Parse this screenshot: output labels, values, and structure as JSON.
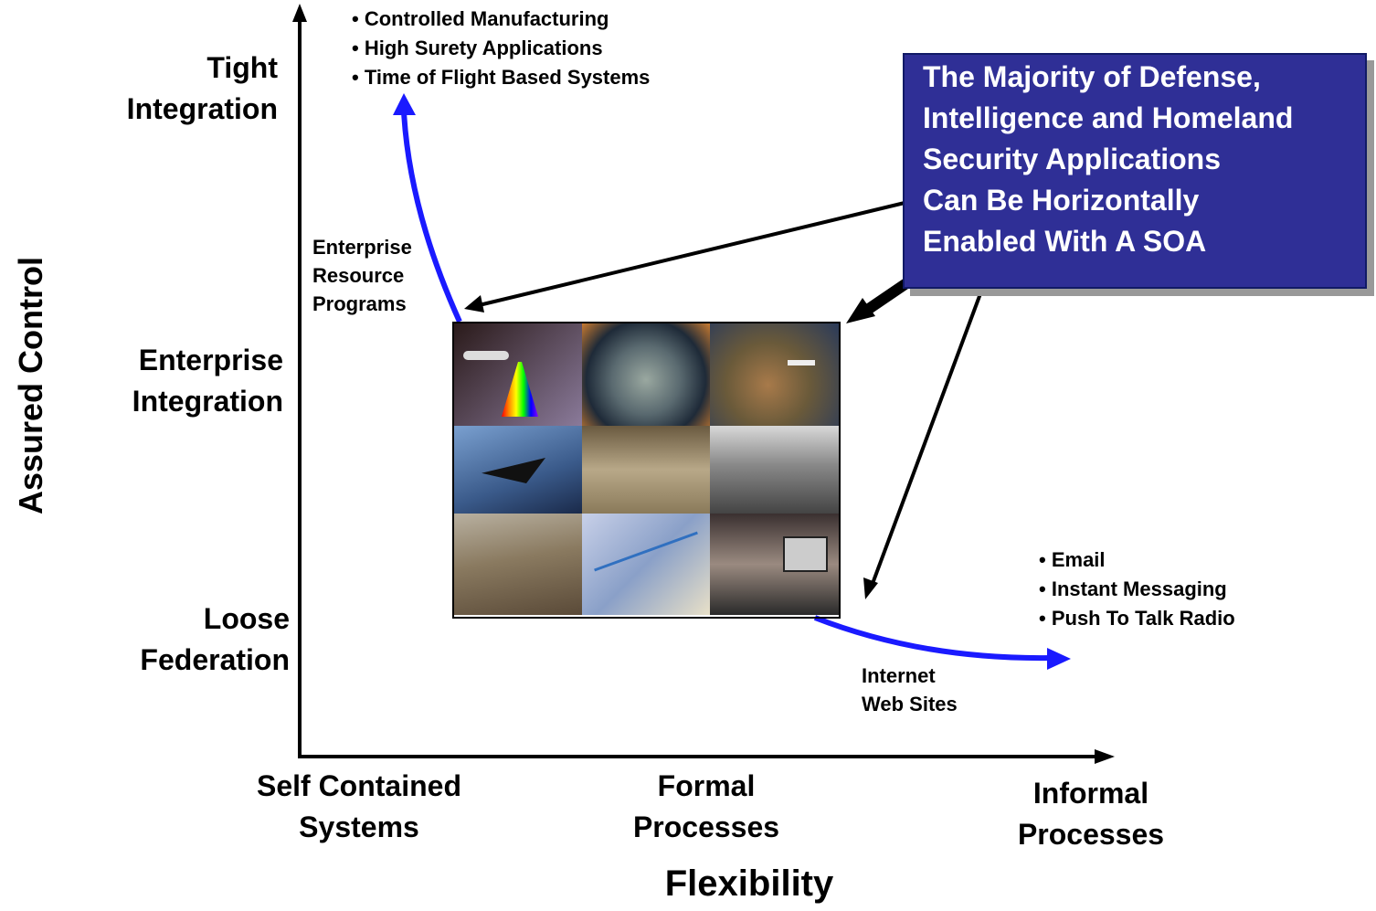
{
  "axes": {
    "y_title": "Assured Control",
    "x_title": "Flexibility",
    "y_levels": [
      [
        "Tight",
        "Integration"
      ],
      [
        "Enterprise",
        "Integration"
      ],
      [
        "Loose",
        "Federation"
      ]
    ],
    "x_levels": [
      [
        "Self Contained",
        "Systems"
      ],
      [
        "Formal",
        "Processes"
      ],
      [
        "Informal",
        "Processes"
      ]
    ]
  },
  "top_bullets": [
    "Controlled Manufacturing",
    "High Surety Applications",
    "Time of Flight Based Systems"
  ],
  "bottom_bullets": [
    "Email",
    "Instant Messaging",
    "Push To Talk Radio"
  ],
  "annotations": {
    "erp": [
      "Enterprise",
      "Resource",
      "Programs"
    ],
    "web": [
      "Internet",
      "Web Sites"
    ]
  },
  "callout": {
    "lines": [
      "The Majority of Defense,",
      "Intelligence and Homeland",
      "Security Applications",
      "Can Be Horizontally",
      "Enabled With A SOA"
    ]
  },
  "collage": {
    "tiles": [
      "uav-spectrum",
      "globe-earth",
      "aircraft-terrain",
      "stealth-fighter",
      "operations-room",
      "computer-lab",
      "soldier-terrain",
      "map-display",
      "analysts-workstation"
    ]
  },
  "colors": {
    "curve": "#1a1aff",
    "callout_fill": "#2f2f96",
    "arrow": "#000000"
  }
}
